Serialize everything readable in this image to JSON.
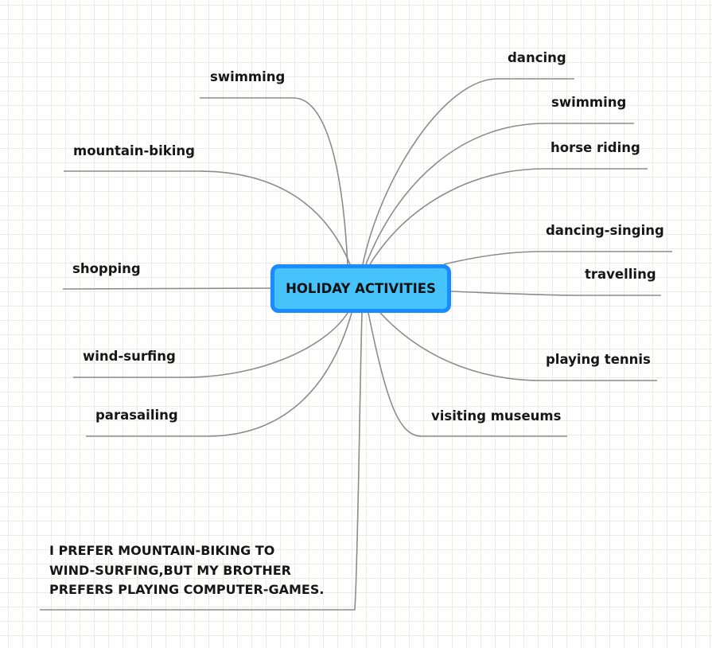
{
  "central_topic": "HOLIDAY ACTIVITIES",
  "left_branches": [
    {
      "label": "swimming"
    },
    {
      "label": "mountain-biking"
    },
    {
      "label": "shopping"
    },
    {
      "label": "wind-surfing"
    },
    {
      "label": "parasailing"
    }
  ],
  "right_branches": [
    {
      "label": "dancing"
    },
    {
      "label": "swimming"
    },
    {
      "label": "horse riding"
    },
    {
      "label": "dancing-singing"
    },
    {
      "label": "travelling"
    },
    {
      "label": "playing tennis"
    },
    {
      "label": "visiting museums"
    }
  ],
  "note": {
    "lines": [
      "I PREFER MOUNTAIN-BIKING TO",
      "WIND-SURFING,BUT MY BROTHER",
      "PREFERS PLAYING COMPUTER-GAMES."
    ]
  },
  "colors": {
    "central_fill": "#46c3fb",
    "central_border": "#1a8cff",
    "branch_line": "#8c8c8c",
    "grid": "#ecebe6"
  }
}
